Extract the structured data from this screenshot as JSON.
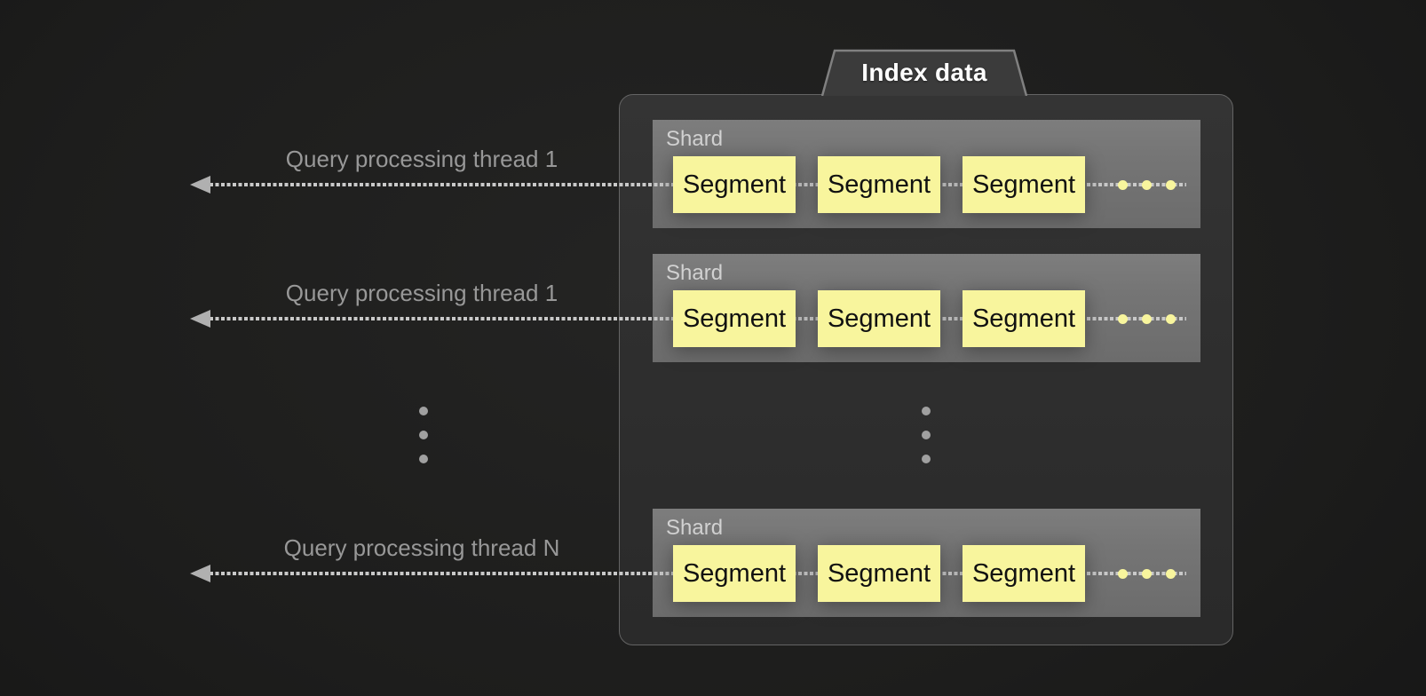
{
  "diagram": {
    "title": "Index data",
    "threads": [
      {
        "label": "Query processing thread 1"
      },
      {
        "label": "Query processing thread 1"
      },
      {
        "label": "Query processing thread N"
      }
    ],
    "shards": [
      {
        "label": "Shard",
        "segments": [
          "Segment",
          "Segment",
          "Segment"
        ],
        "more_segments": "ellipsis"
      },
      {
        "label": "Shard",
        "segments": [
          "Segment",
          "Segment",
          "Segment"
        ],
        "more_segments": "ellipsis"
      },
      {
        "label": "Shard",
        "segments": [
          "Segment",
          "Segment",
          "Segment"
        ],
        "more_segments": "ellipsis"
      }
    ],
    "more_rows_indicator": "vertical-ellipsis",
    "colors": {
      "background": "#1d1d1c",
      "container-fill": "#2f2f2f",
      "container-border": "#646464",
      "tab-fill": "#3b3b3b",
      "tab-border": "#808080",
      "tab-title-text": "#ffffff",
      "shard-fill": "#757575",
      "shard-label-text": "#d2d2d2",
      "segment-fill": "#f8f59d",
      "segment-text": "#111111",
      "dash-line": "#c9c9c9",
      "arrowhead": "#b0b0b0",
      "thread-label-text": "#989898",
      "ellipsis-dot": "#a0a0a0"
    }
  }
}
